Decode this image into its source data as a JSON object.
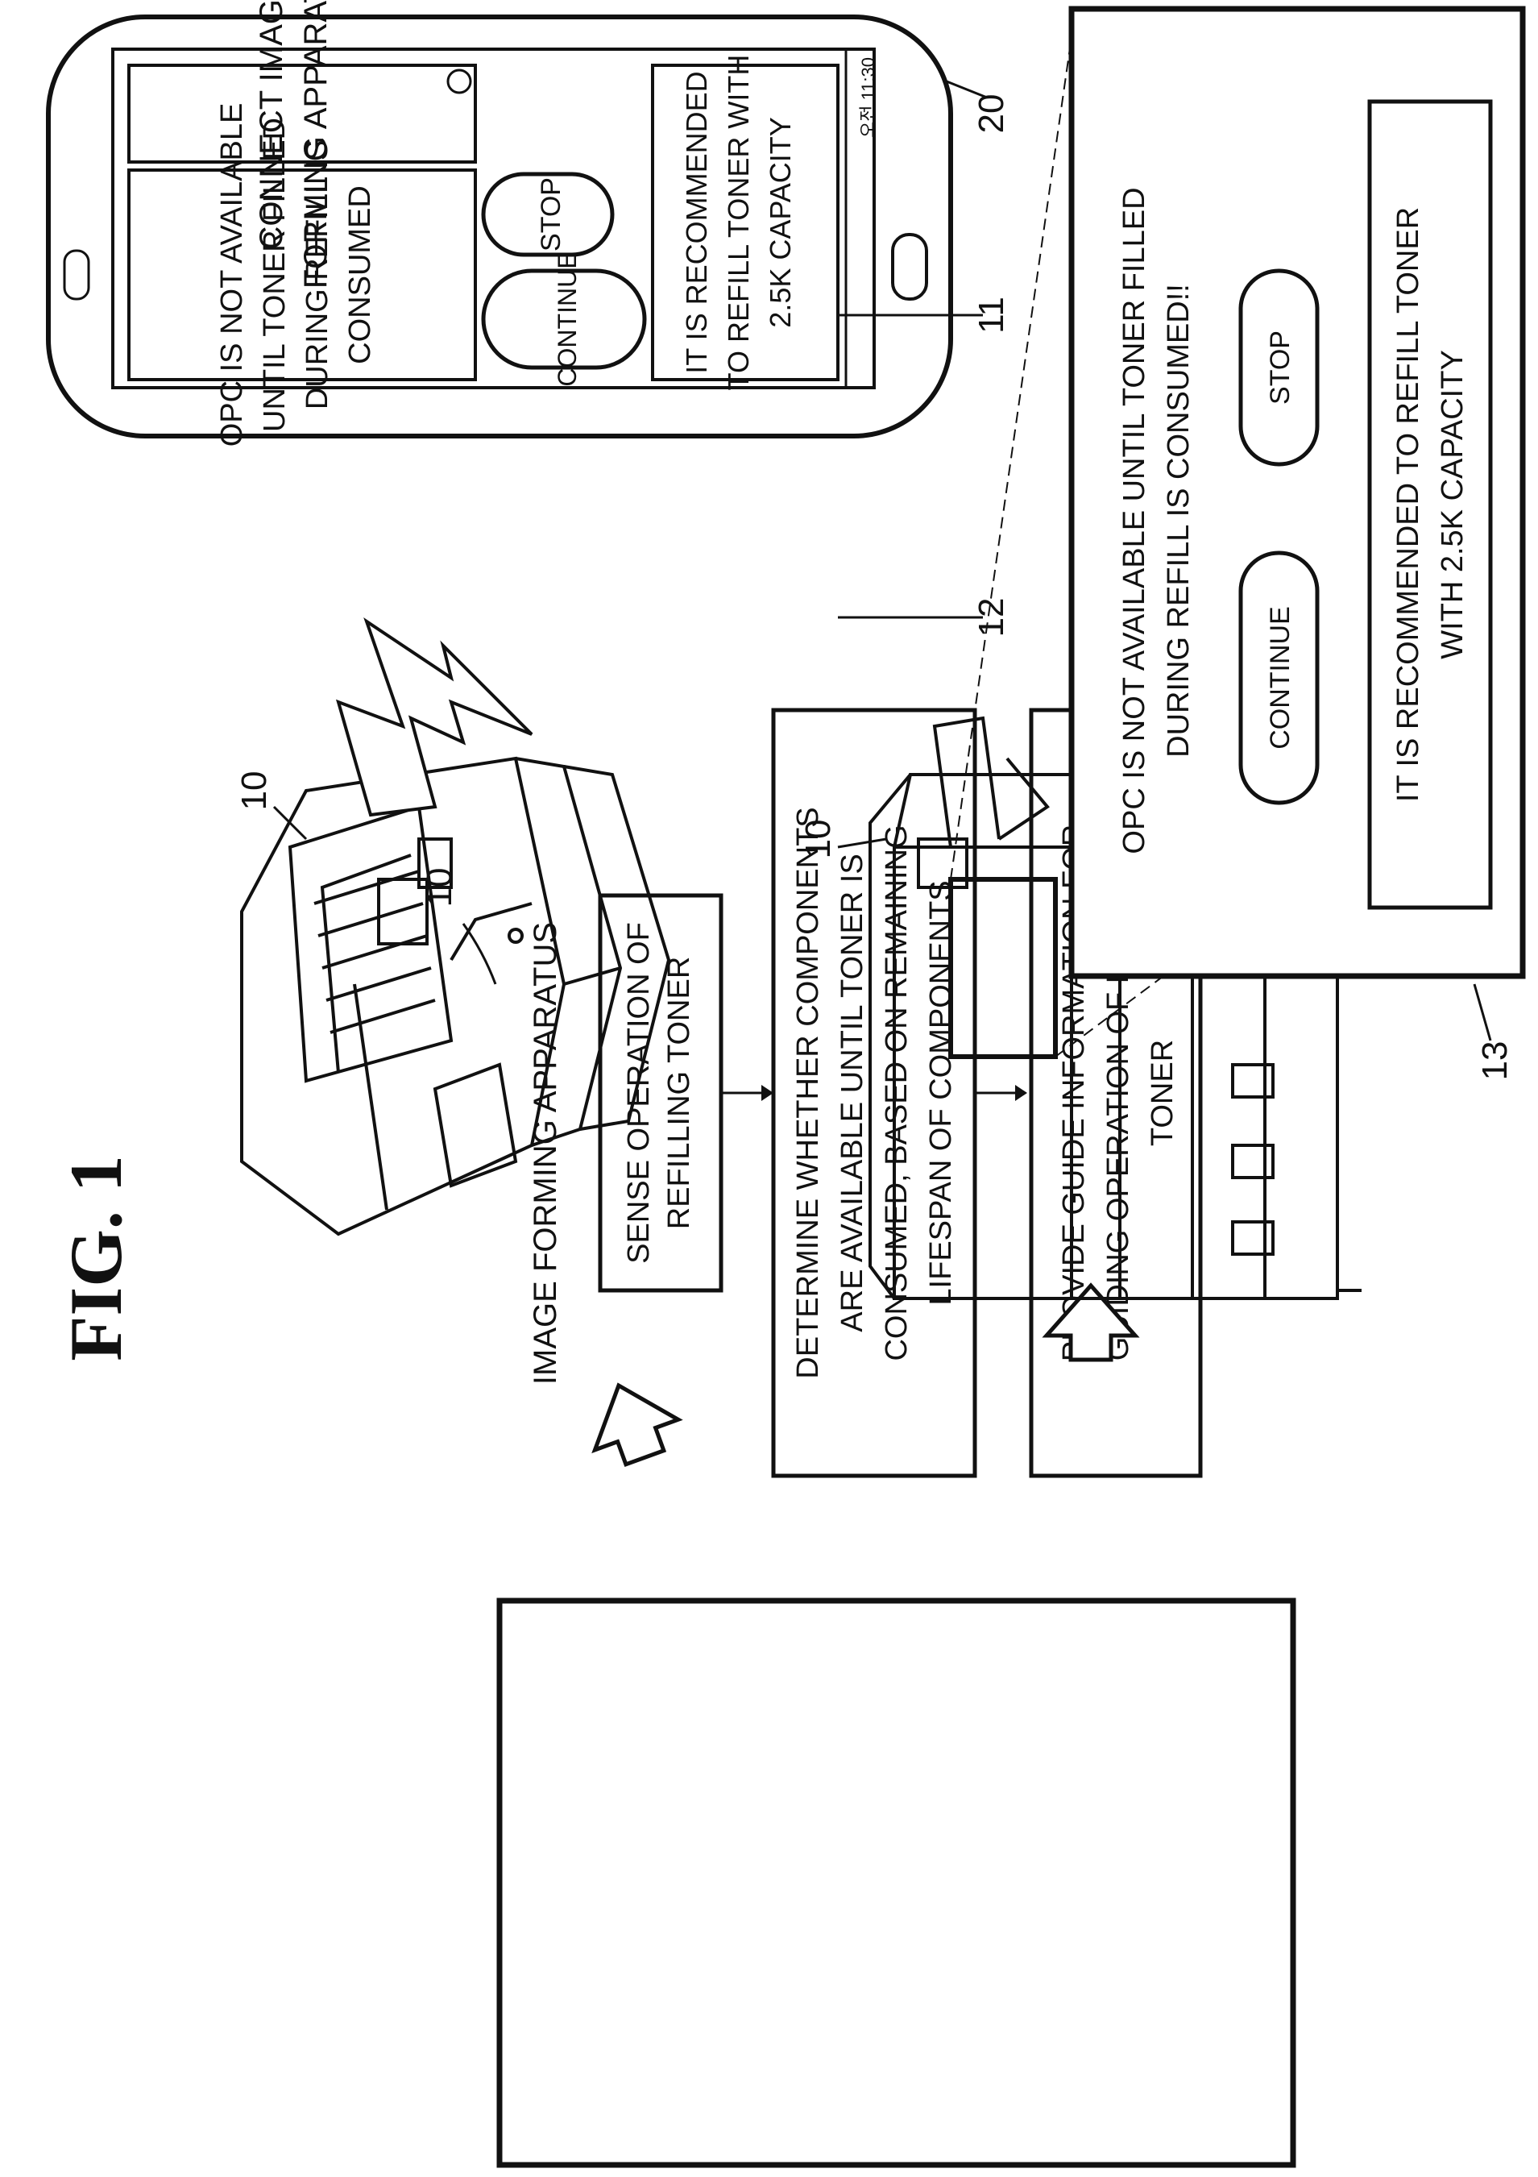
{
  "figure": {
    "title": "FIG.  1"
  },
  "reference_numerals": {
    "flowchart": "10",
    "printer_top": "10",
    "printer_bottom": "10",
    "phone": "20",
    "phone_message": "11",
    "phone_recommendation": "12",
    "panel_popup": "13"
  },
  "flowchart": {
    "title": "IMAGE FORMING APPARATUS",
    "steps": [
      [
        "SENSE OPERATION OF",
        "REFILLING TONER"
      ],
      [
        "DETERMINE WHETHER COMPONENTS",
        "ARE AVAILABLE UNTIL TONER IS",
        "CONSUMED, BASED ON REMAINING",
        "LIFESPAN OF COMPONENTS"
      ],
      [
        "PROVIDE GUIDE INFORMATION FOR",
        "GUIDING OPERATION OF REFILLING",
        "TONER"
      ]
    ]
  },
  "phone": {
    "status_bar": "오전 11:30",
    "header_lines": [
      "CONNECT IMAGE",
      "FORMING APPARATUS"
    ],
    "message_lines": [
      "OPC IS NOT AVAILABLE",
      "UNTIL TONER FILLED",
      "DURING REFILL IS",
      "CONSUMED"
    ],
    "continue_label": "CONTINUE",
    "stop_label": "STOP",
    "recommendation_lines": [
      "IT IS RECOMMENDED",
      "TO REFILL TONER WITH",
      "2.5K CAPACITY"
    ]
  },
  "panel_popup": {
    "message_lines": [
      "OPC IS NOT AVAILABLE UNTIL TONER FILLED",
      "DURING REFILL IS CONSUMED!!"
    ],
    "continue_label": "CONTINUE",
    "stop_label": "STOP",
    "recommendation_lines": [
      "IT IS RECOMMENDED TO REFILL TONER",
      "WITH 2.5K CAPACITY"
    ]
  }
}
